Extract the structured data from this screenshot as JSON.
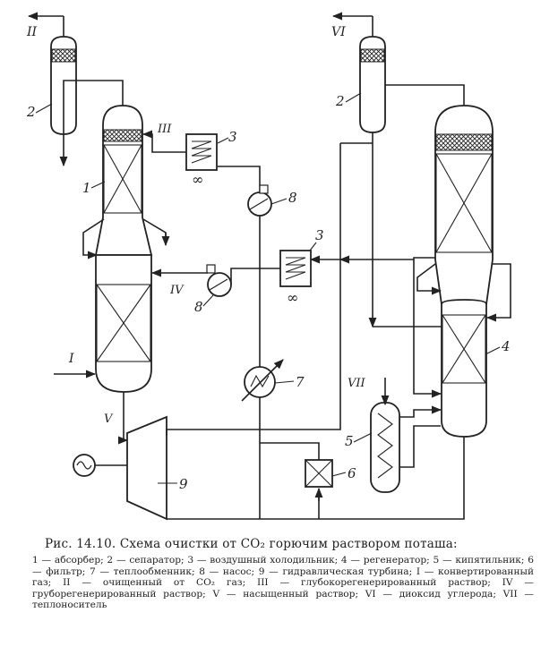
{
  "labels": {
    "stream_II": "II",
    "stream_VI": "VI",
    "stream_III": "III",
    "stream_IV": "IV",
    "stream_I": "I",
    "stream_V": "V",
    "stream_VII": "VII",
    "n1": "1",
    "n2_left": "2",
    "n2_right": "2",
    "n3_top": "3",
    "n3_mid": "3",
    "n4": "4",
    "n5": "5",
    "n6": "6",
    "n7": "7",
    "n8_top": "8",
    "n8_left": "8",
    "n9": "9"
  },
  "caption": {
    "title": "Рис. 14.10. Схема очистки от CO₂ горючим раствором поташа:",
    "legend": "1 — абсорбер; 2 — сепаратор; 3 — воздушный холодильник; 4 — регенератор; 5 — кипятильник; 6 — фильтр; 7 — теплообменник; 8 — насос; 9 — гидравлическая турбина; I — конвертированный газ; II — очищенный от CO₂ газ; III — глубокорегенерированный раствор; IV — груборегенерированный раствор; V — насыщенный раствор; VI — диоксид углерода; VII — теплоноситель"
  }
}
